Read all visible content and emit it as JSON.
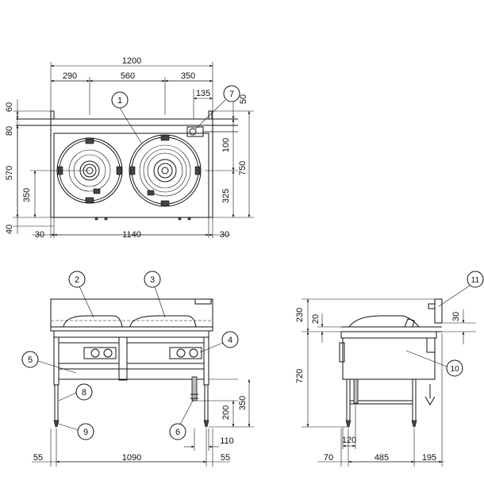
{
  "top_view": {
    "dims_h": [
      "1200",
      "290",
      "560",
      "350",
      "135",
      "1140",
      "30",
      "30"
    ],
    "dims_v": [
      "60",
      "80",
      "570",
      "350",
      "40",
      "50",
      "100",
      "750",
      "325"
    ]
  },
  "front_view": {
    "dims_h": [
      "55",
      "1090",
      "55",
      "110"
    ],
    "dims_v": [
      "200",
      "350"
    ]
  },
  "side_view": {
    "dims_h": [
      "70",
      "485",
      "195",
      "120"
    ],
    "dims_v": [
      "230",
      "20",
      "720",
      "30"
    ]
  },
  "callouts": [
    "1",
    "2",
    "3",
    "4",
    "5",
    "6",
    "7",
    "8",
    "9",
    "10",
    "11"
  ],
  "arrow_icon": "down-arrow-icon"
}
